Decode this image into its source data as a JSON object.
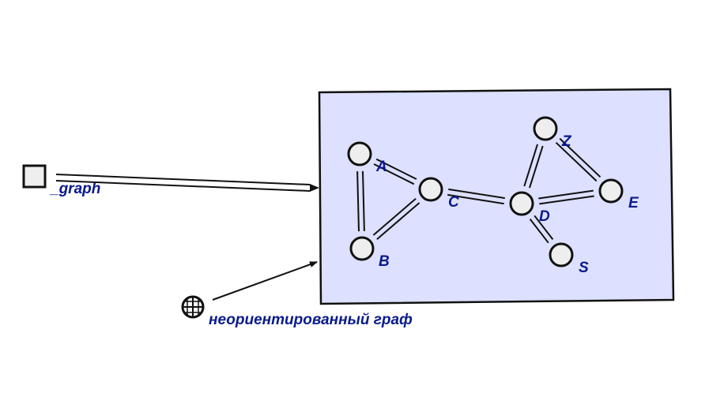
{
  "colors": {
    "label": "#0a1a8c",
    "frame_fill": "#dde0fe",
    "stroke": "#111111",
    "node_fill": "#eeeeee"
  },
  "icons": {
    "source_node": "square-node-icon",
    "class_node": "globe-node-icon"
  },
  "source": {
    "label": "_graph"
  },
  "class_node": {
    "label": "неориентированный граф"
  },
  "graph": {
    "nodes": [
      {
        "id": "A",
        "label": "A"
      },
      {
        "id": "B",
        "label": "B"
      },
      {
        "id": "C",
        "label": "C"
      },
      {
        "id": "D",
        "label": "D"
      },
      {
        "id": "Z",
        "label": "Z"
      },
      {
        "id": "E",
        "label": "E"
      },
      {
        "id": "S",
        "label": "S"
      }
    ],
    "edges": [
      [
        "A",
        "B"
      ],
      [
        "A",
        "C"
      ],
      [
        "B",
        "C"
      ],
      [
        "C",
        "D"
      ],
      [
        "D",
        "Z"
      ],
      [
        "Z",
        "E"
      ],
      [
        "D",
        "E"
      ],
      [
        "D",
        "S"
      ]
    ]
  }
}
